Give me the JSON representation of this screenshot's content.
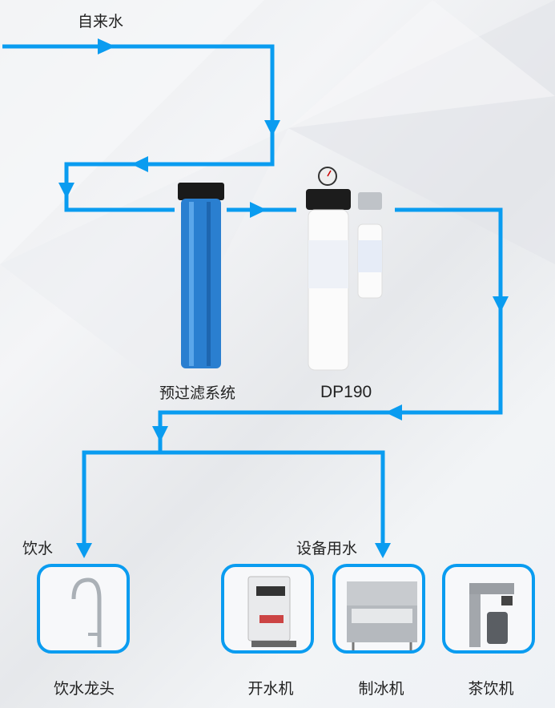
{
  "colors": {
    "flow_line": "#0a9cf0",
    "box_border": "#0a9cf0",
    "filter_blue": "#2a7fd0"
  },
  "labels": {
    "source": "自来水",
    "prefilter": "预过滤系统",
    "main_filter": "DP190",
    "drinking": "饮水",
    "equipment": "设备用水"
  },
  "outlets": [
    {
      "name": "饮水龙头",
      "icon": "faucet-icon"
    },
    {
      "name": "开水机",
      "icon": "water-boiler-icon"
    },
    {
      "name": "制冰机",
      "icon": "ice-maker-icon"
    },
    {
      "name": "茶饮机",
      "icon": "tea-brewer-icon"
    }
  ]
}
